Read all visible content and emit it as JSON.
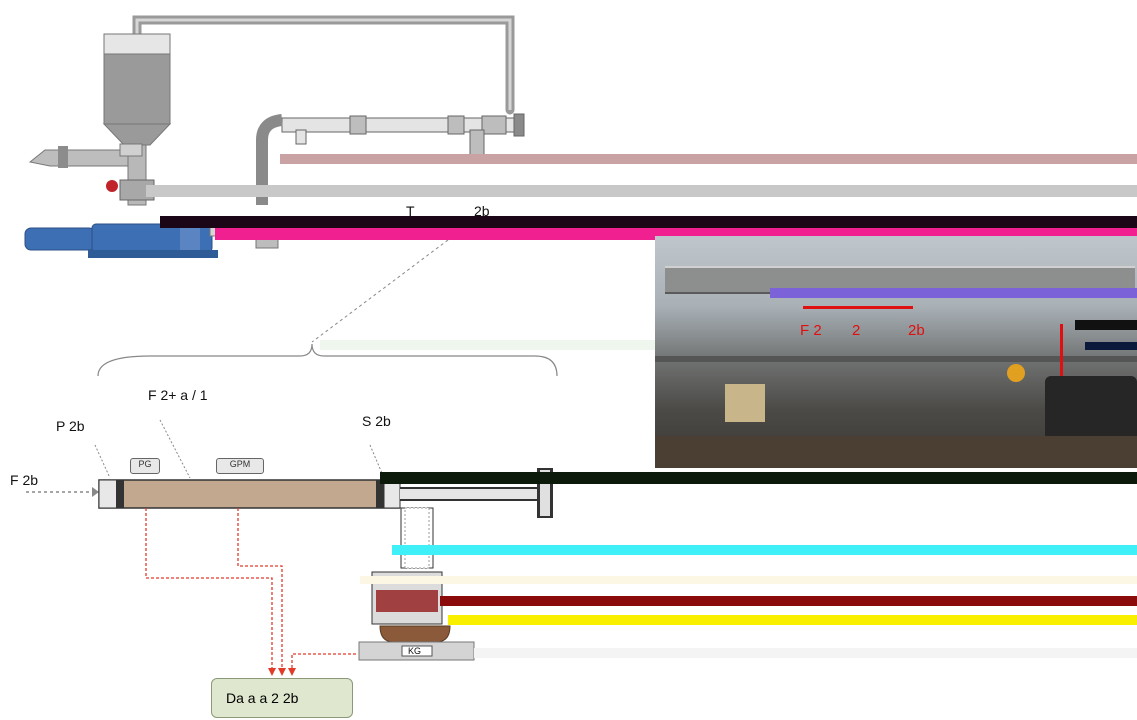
{
  "labels": {
    "top_t": "T",
    "top_2b": "2b",
    "photo_caption_a": "F 2",
    "photo_caption_b": "2",
    "photo_caption_c": "2b",
    "bracket_label": "F 2+ a / 1",
    "left_p": "P 2b",
    "right_s": "S 2b",
    "flow_label": "F 2b",
    "gauge_pg": "PG",
    "gauge_gpm": "GPM",
    "scale_label": "KG",
    "daq_label": "Da a a 2 2b"
  },
  "colors": {
    "pipe": "#b8b8b8",
    "pipe_dark": "#6e6e6e",
    "pump_blue": "#3c6fb4",
    "tank_fill": "#9a9a9a",
    "sample_fill": "#c2a88e",
    "signal_red": "#e23b2a",
    "magenta": "#f02090",
    "cyan": "#40f0f8",
    "yellow": "#f8f000",
    "dark_red": "#8b0a0a",
    "daq_bg": "#dfe8cf"
  },
  "icons": [
    "valve-icon",
    "pump-icon",
    "tank-icon",
    "gauge-icon",
    "scale-icon",
    "arrow-icon"
  ]
}
